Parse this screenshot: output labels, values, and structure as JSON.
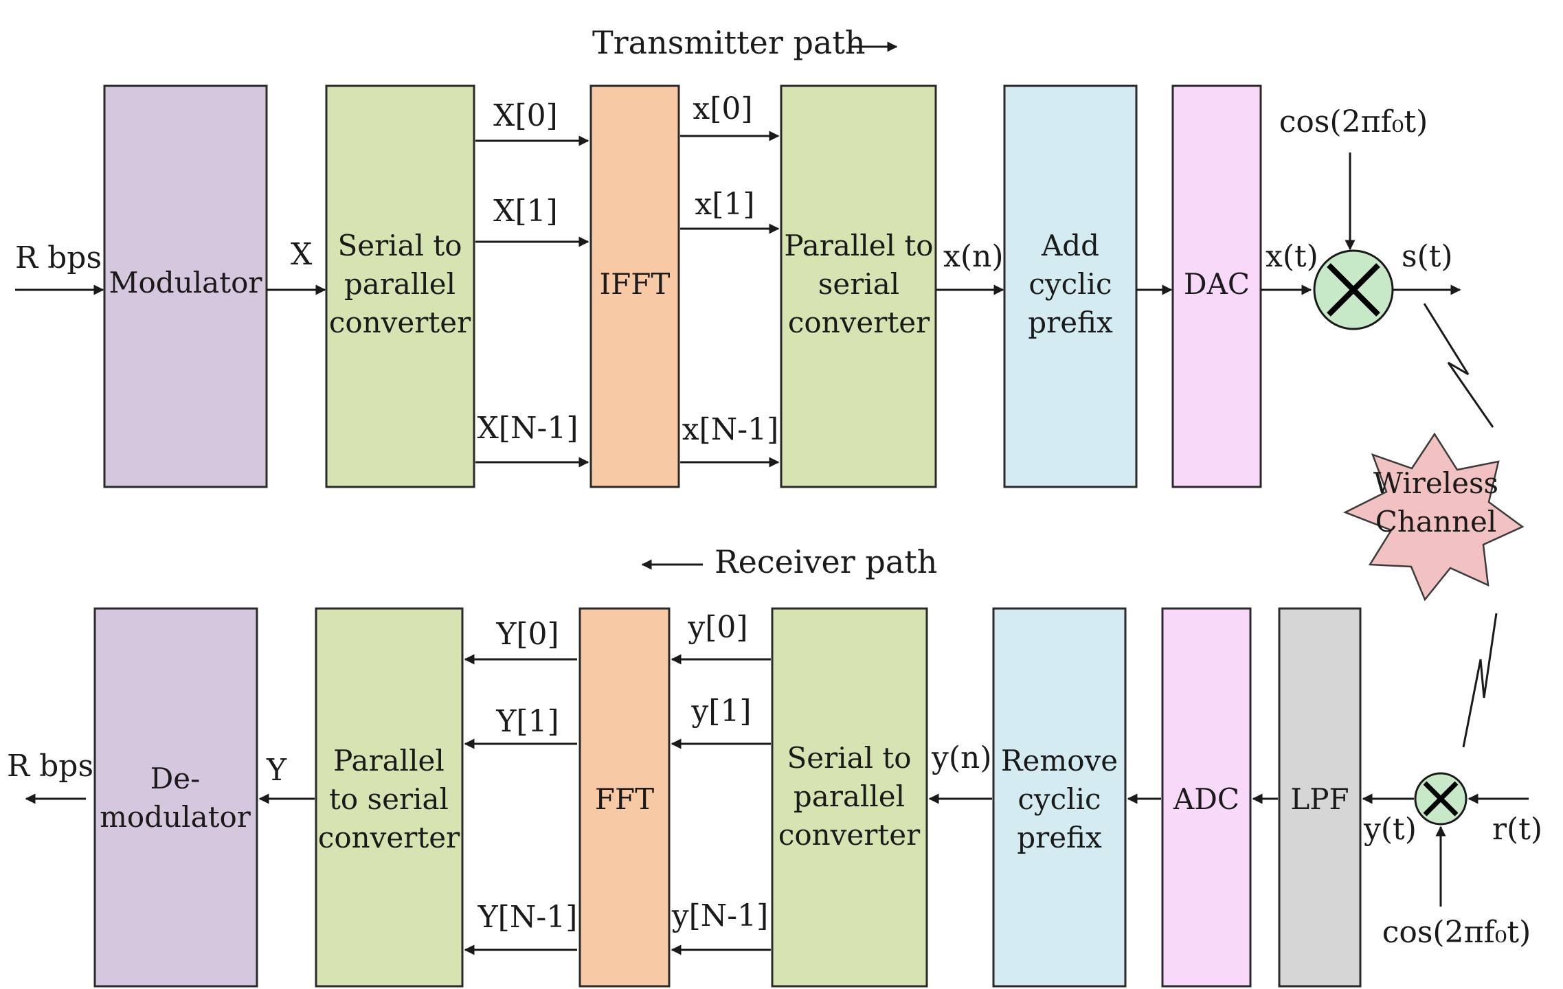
{
  "colors": {
    "modulator": "#d5c8de",
    "converter": "#d6e4b1",
    "fft": "#f7c9a4",
    "prefix": "#d3ebf1",
    "converter_dac": "#f9d9f9",
    "lpf": "#d6d6d6",
    "mixer": "#c8e9c8",
    "channel": "#f2c1c1"
  },
  "tx": {
    "title": "Transmitter path",
    "input_label": "R bps",
    "modulator": "Modulator",
    "x_label": "X",
    "s2p": [
      "Serial to",
      "parallel",
      "converter"
    ],
    "ifft": "IFFT",
    "p2s": [
      "Parallel to",
      "serial",
      "converter"
    ],
    "xn_label": "x(n)",
    "add_cp": [
      "Add",
      "cyclic",
      "prefix"
    ],
    "dac": "DAC",
    "xt_label": "x(t)",
    "st_label": "s(t)",
    "carrier": "cos(2πf₀t)",
    "in_taps": [
      "X[0]",
      "X[1]",
      "X[N-1]"
    ],
    "out_taps": [
      "x[0]",
      "x[1]",
      "x[N-1]"
    ]
  },
  "channel": [
    "Wireless",
    "Channel"
  ],
  "rx": {
    "title": "Receiver path",
    "output_label": "R bps",
    "demodulator": [
      "De-",
      "modulator"
    ],
    "y_label": "Y",
    "p2s": [
      "Parallel",
      "to serial",
      "converter"
    ],
    "fft": "FFT",
    "s2p": [
      "Serial to",
      "parallel",
      "converter"
    ],
    "yn_label": "y(n)",
    "remove_cp": [
      "Remove",
      "cyclic",
      "prefix"
    ],
    "adc": "ADC",
    "lpf": "LPF",
    "yt_label": "y(t)",
    "rt_label": "r(t)",
    "carrier": "cos(2πf₀t)",
    "out_taps": [
      "Y[0]",
      "Y[1]",
      "Y[N-1]"
    ],
    "in_taps": [
      "y[0]",
      "y[1]",
      "y[N-1]"
    ]
  }
}
